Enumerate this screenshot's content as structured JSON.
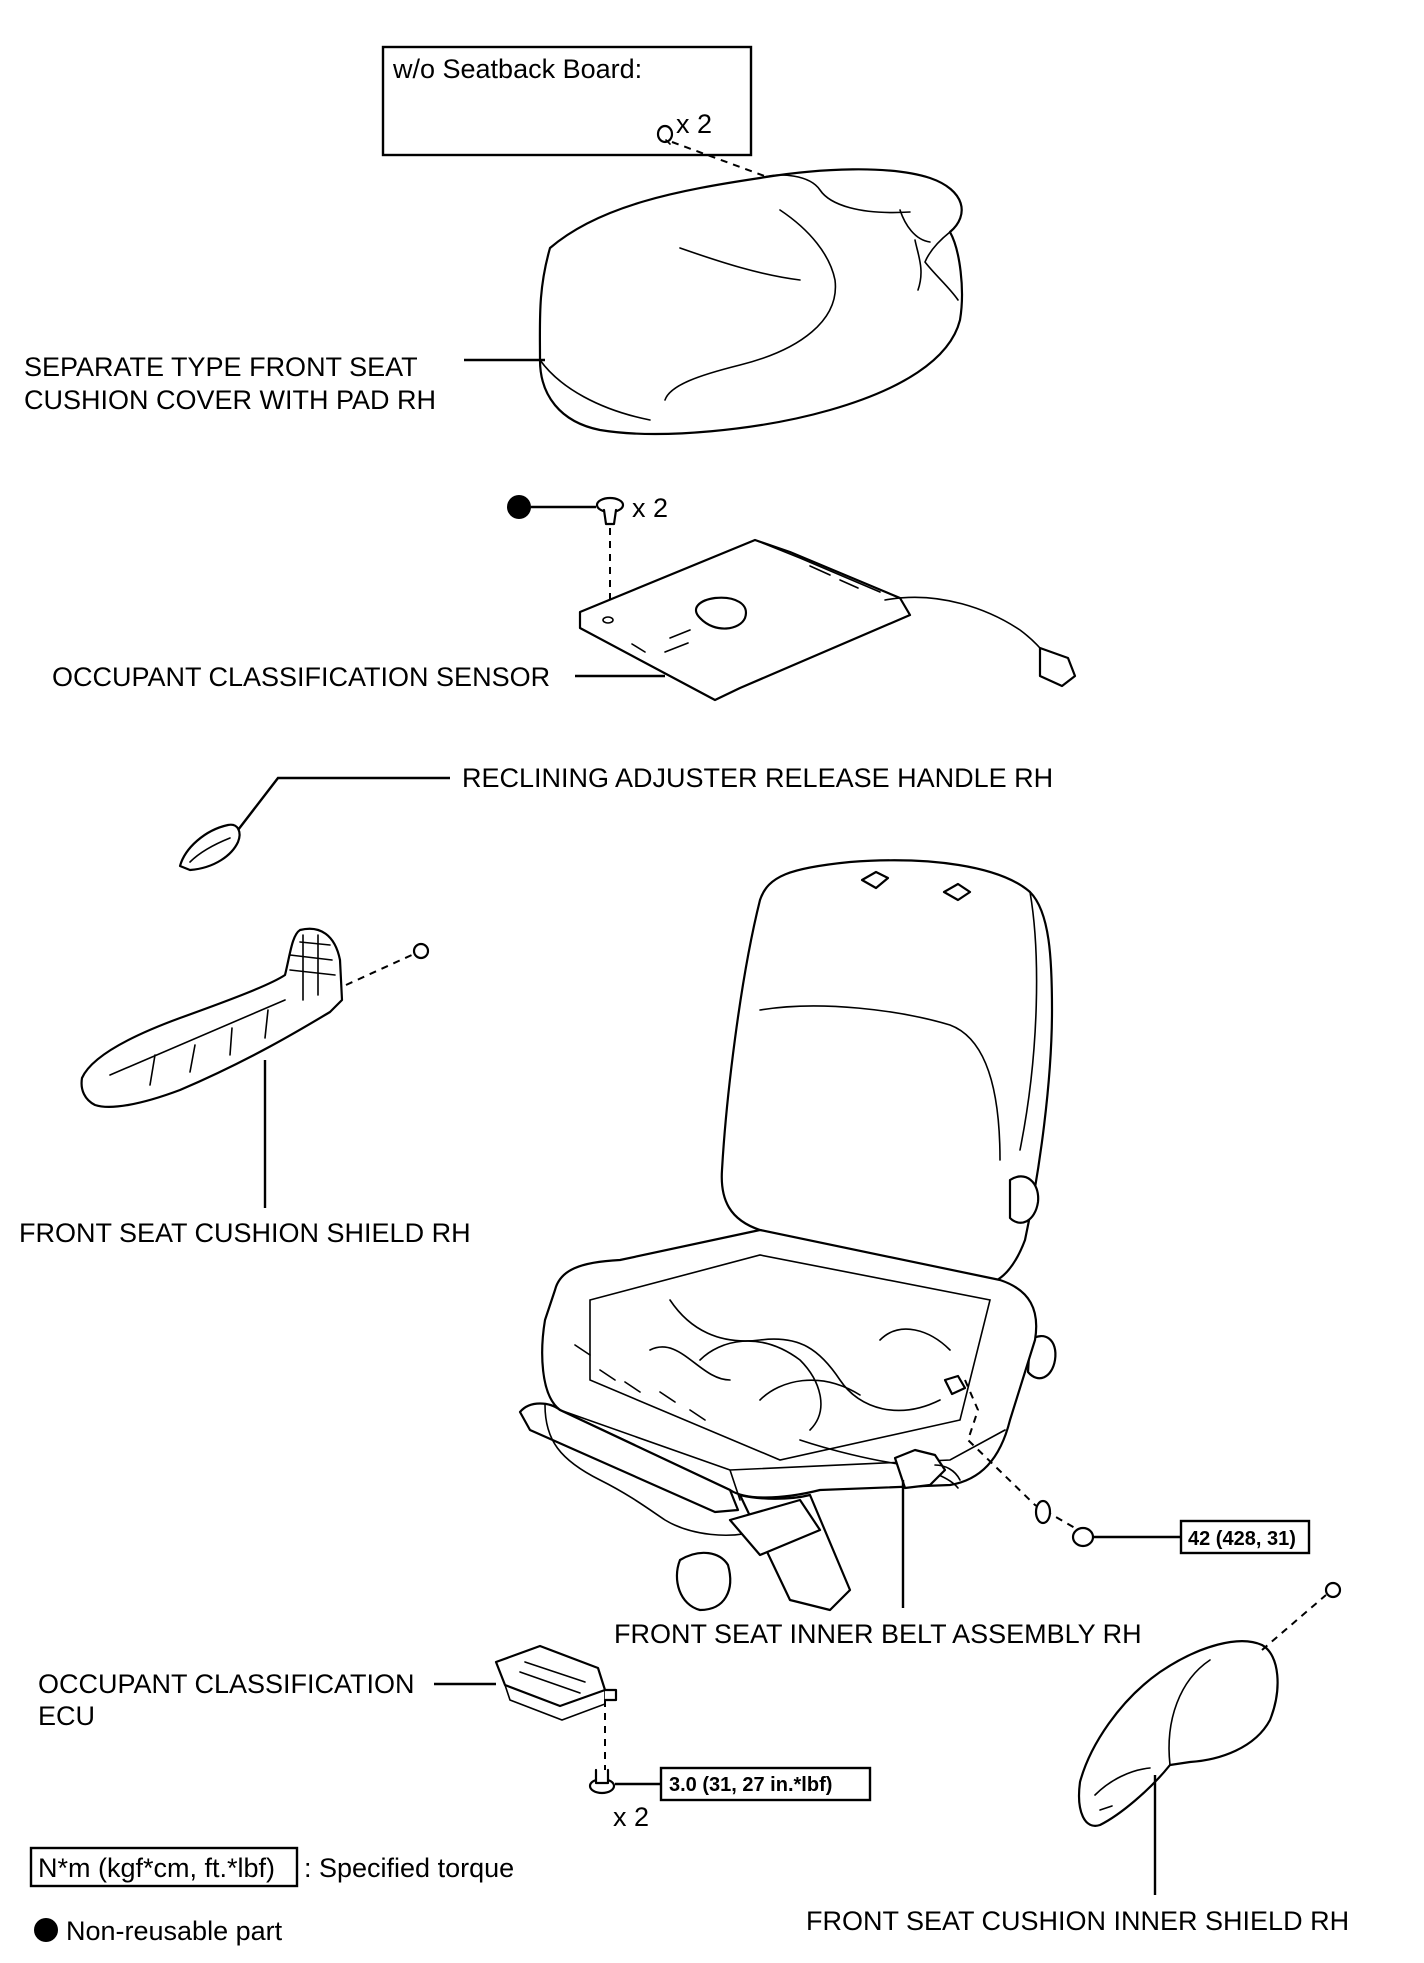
{
  "labels": {
    "wo_seatback_board": "w/o Seatback Board:",
    "qty_x2": "x 2",
    "cushion_cover": [
      "SEPARATE TYPE FRONT SEAT",
      "CUSHION COVER WITH PAD RH"
    ],
    "occupant_sensor": "OCCUPANT CLASSIFICATION SENSOR",
    "reclining_handle": "RECLINING ADJUSTER RELEASE HANDLE RH",
    "cushion_shield": "FRONT SEAT CUSHION SHIELD RH",
    "inner_belt": "FRONT SEAT INNER BELT ASSEMBLY RH",
    "occupant_ecu": [
      "OCCUPANT CLASSIFICATION",
      "ECU"
    ],
    "inner_shield": "FRONT SEAT CUSHION INNER SHIELD RH"
  },
  "torque": {
    "belt_nut": "42 (428, 31)",
    "ecu_bolt": "3.0 (31, 27 in.*lbf)"
  },
  "legend": {
    "torque_unit": "N*m (kgf*cm, ft.*lbf)",
    "torque_desc": ": Specified torque",
    "non_reusable": "Non-reusable part"
  }
}
